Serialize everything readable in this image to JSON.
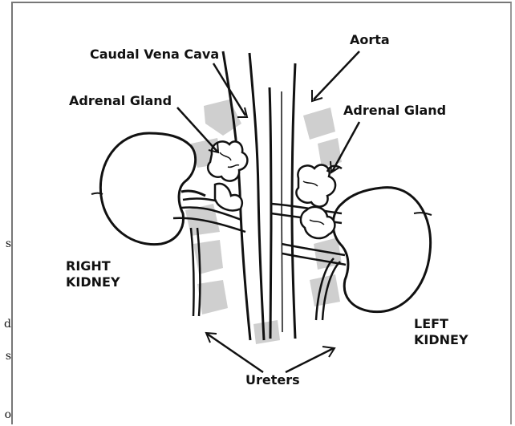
{
  "labels": {
    "caudal_vena_cava": "Caudal Vena Cava",
    "aorta": "Aorta",
    "adrenal_gland_right": "Adrenal Gland",
    "adrenal_gland_left": "Adrenal Gland",
    "right_kidney_line1": "RIGHT",
    "right_kidney_line2": "KIDNEY",
    "left_kidney_line1": "LEFT",
    "left_kidney_line2": "KIDNEY",
    "ureters": "Ureters"
  },
  "page_fragments": [
    "s",
    "d",
    "s",
    "o"
  ],
  "colors": {
    "outline": "#111111",
    "shading": "#cfcfcf",
    "frame": "#777777"
  }
}
